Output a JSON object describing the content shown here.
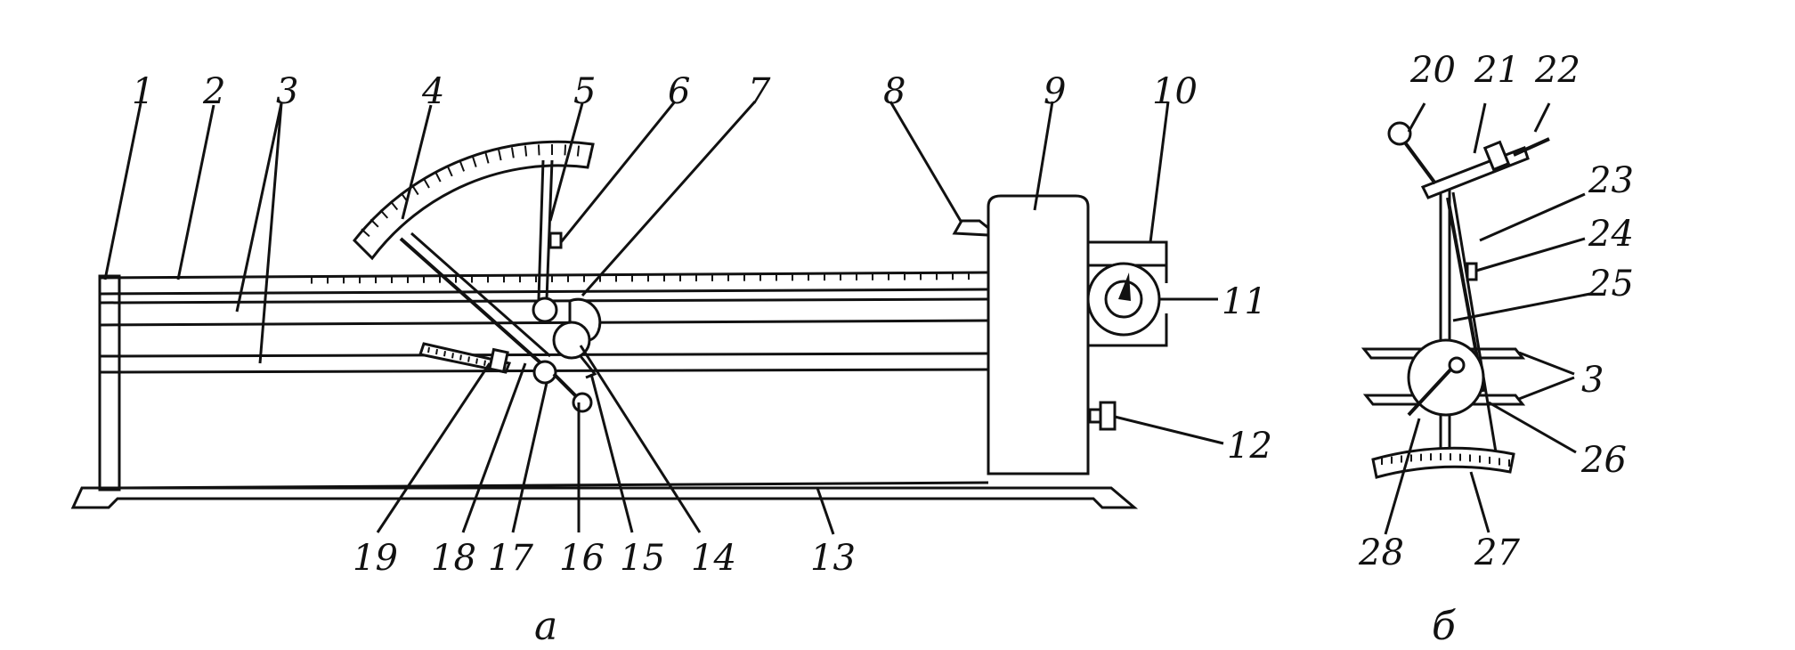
{
  "labels": {
    "l1": "1",
    "l2": "2",
    "l3": "3",
    "l4": "4",
    "l5": "5",
    "l6": "6",
    "l7": "7",
    "l8": "8",
    "l9": "9",
    "l10": "10",
    "l11": "11",
    "l12": "12",
    "l13": "13",
    "l14": "14",
    "l15": "15",
    "l16": "16",
    "l17": "17",
    "l18": "18",
    "l19": "19",
    "l20": "20",
    "l21": "21",
    "l22": "22",
    "l23": "23",
    "l24": "24",
    "l25": "25",
    "l26": "26",
    "l27": "27",
    "l28": "28",
    "l3b": "3"
  },
  "captions": {
    "a": "а",
    "b": "б"
  }
}
